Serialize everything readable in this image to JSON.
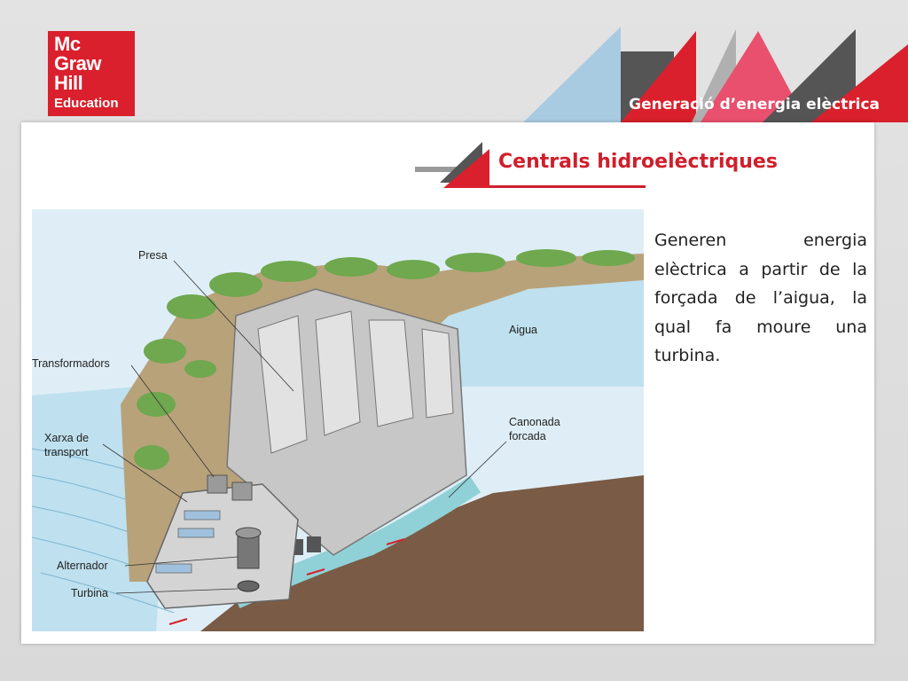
{
  "logo": {
    "line1": "Mc",
    "line2": "Graw",
    "line3": "Hill",
    "line4": "Education"
  },
  "header": {
    "title": "Generació d’energia elèctrica"
  },
  "section": {
    "title": "Centrals hidroelèctriques"
  },
  "body": {
    "paragraph": "Generen energia elèctrica a partir de la forçada de l’aigua, la qual fa moure una turbina."
  },
  "diagram": {
    "labels": {
      "presa": "Presa",
      "aigua": "Aigua",
      "transformadors": "Transformadors",
      "canonada_line1": "Canonada",
      "canonada_line2": "forcada",
      "xarxa_line1": "Xarxa de",
      "xarxa_line2": "transport",
      "alternador": "Alternador",
      "turbina": "Turbina"
    }
  },
  "colors": {
    "brand_red": "#d9202c",
    "accent_pink": "#e8506d",
    "accent_gray": "#555555",
    "accent_light_blue": "#a9cbe2"
  }
}
